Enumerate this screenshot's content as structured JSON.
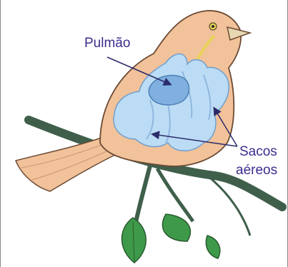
{
  "labels": {
    "lung": "Pulmão",
    "air_sacs_line1": "Sacos",
    "air_sacs_line2": "aéreos"
  },
  "colors": {
    "body": "#f2c29a",
    "outline": "#6b4a34",
    "air_sac": "#bcdcf5",
    "lung": "#7fb0e0",
    "branch": "#3f5f4b",
    "leaf": "#3e9a4a",
    "beak": "#e8d7b0",
    "label": "#3b2d8f"
  }
}
